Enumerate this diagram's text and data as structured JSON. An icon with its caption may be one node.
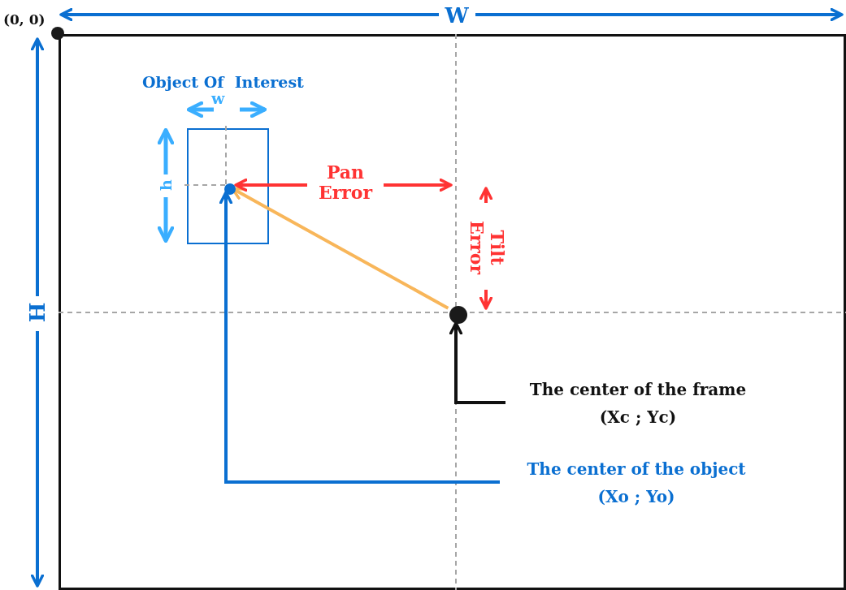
{
  "diagram": {
    "nodes": [
      {
        "text": [],
        "shape": "box"
      },
      {
        "text": [
          "Object Of  Interest"
        ],
        "in": 0
      },
      {
        "text": [],
        "shape": "circle",
        "in": 1
      },
      {
        "text": [],
        "shape": "circle",
        "in": 0
      },
      {
        "text": [
          "The center of the frame",
          "(Xc ; Yc)"
        ],
        "in": 0
      },
      {
        "text": [
          "The center of the object",
          "(Xo ; Yo)"
        ],
        "in": 0
      }
    ],
    "edges": [
      {
        "from": 4,
        "to": 3,
        "arrow": "to",
        "color": "#111111"
      },
      {
        "from": 5,
        "to": 2,
        "arrow": "to",
        "color": "#0a6fd1"
      },
      {
        "from": 3,
        "to": 2,
        "arrow": "to",
        "color": "#f8b65a"
      }
    ],
    "labels": [
      "(0, 0)",
      "W",
      "w",
      "h",
      "Pan Error",
      "Tilt Error",
      "H"
    ]
  }
}
